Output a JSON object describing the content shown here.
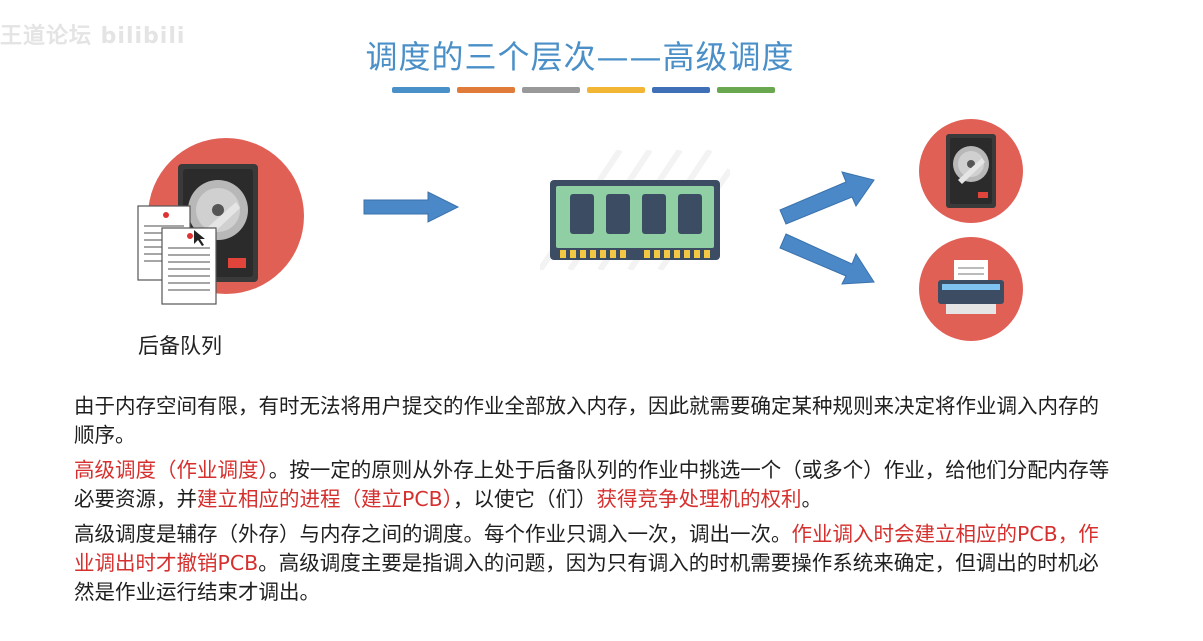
{
  "watermark": "王道论坛 bilibili",
  "title": "调度的三个层次——高级调度",
  "colors": [
    "#4a90c8",
    "#e07b39",
    "#999999",
    "#f2b634",
    "#3f6fb7",
    "#6aa84f"
  ],
  "figure": {
    "left_label": "后备队列"
  },
  "paragraphs": [
    {
      "segments": [
        {
          "text": "由于内存空间有限，有时无法将用户提交的作业全部放入内存，因此就需要确定某种规则来决定将作业调入内存的顺序。",
          "highlight": false
        }
      ]
    },
    {
      "segments": [
        {
          "text": "高级调度（作业调度）",
          "highlight": true
        },
        {
          "text": "。按一定的原则从外存上处于后备队列的作业中挑选一个（或多个）作业，给他们分配内存等必要资源，并",
          "highlight": false
        },
        {
          "text": "建立相应的进程（建立PCB）",
          "highlight": true
        },
        {
          "text": "，以使它（们）",
          "highlight": false
        },
        {
          "text": "获得竞争处理机的权利",
          "highlight": true
        },
        {
          "text": "。",
          "highlight": false
        }
      ]
    },
    {
      "segments": [
        {
          "text": "高级调度是辅存（外存）与内存之间的调度。每个作业只调入一次，调出一次。",
          "highlight": false
        },
        {
          "text": "作业调入时会建立相应的PCB，作业调出时才撤销PCB",
          "highlight": true
        },
        {
          "text": "。高级调度主要是指调入的问题，因为只有调入的时机需要操作系统来确定，但调出的时机必然是作业运行结束才调出。",
          "highlight": false
        }
      ]
    }
  ]
}
